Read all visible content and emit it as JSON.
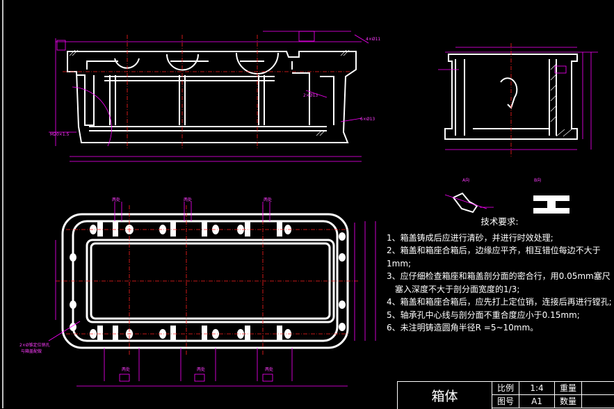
{
  "drawing_title": "箱体",
  "notes": {
    "heading": "技术要求:",
    "items": [
      "1、箱盖铸成后应进行清砂，并进行时效处理;",
      "2、箱盖和箱座合箱后，边缘应平齐，相互错位每边不大于1mm;",
      "3、应仔细检查箱座和箱盖剖分面的密合行，用0.05mm塞尺",
      "塞入深度不大于剖分面宽度的1/3;",
      "4、箱盖和箱座合箱后，应先打上定位销，连接后再进行镗孔;",
      "5、轴承孔中心线与剖分面不重合度应小于0.15mm;",
      "6、未注明铸造圆角半径R =5~10mm。"
    ]
  },
  "title_block": {
    "scale_label": "比例",
    "scale_value": "1:4",
    "weight_label": "重量",
    "sheet_label": "图号",
    "sheet_value": "A1",
    "qty_label": "数量"
  },
  "annotations": {
    "two_places": "两处",
    "view_a": "A向",
    "view_b": "B向",
    "hole_4x11": "4×Ø11",
    "hole_6x13": "6×Ø13",
    "hole_2x13": "2×Ø13",
    "pin_hole": "2×Ø锥定位销孔",
    "pin_hole2": "与箱盖配做",
    "thread": "M20×1.5"
  },
  "colors": {
    "background": "#000000",
    "outline": "#ffffff",
    "dimension": "#ff00ff",
    "centerline": "#ff2020",
    "text": "#ffffff"
  }
}
